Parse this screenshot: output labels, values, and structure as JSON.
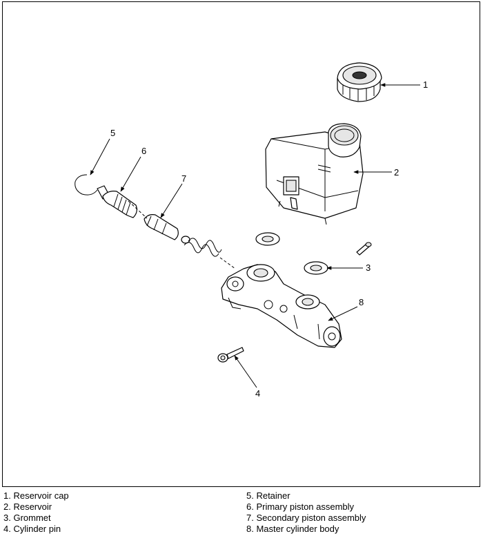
{
  "callouts": [
    {
      "number": "1"
    },
    {
      "number": "2"
    },
    {
      "number": "3"
    },
    {
      "number": "4"
    },
    {
      "number": "5"
    },
    {
      "number": "6"
    },
    {
      "number": "7"
    },
    {
      "number": "8"
    }
  ],
  "legend": {
    "left": [
      "1. Reservoir cap",
      "2. Reservoir",
      "3. Grommet",
      "4. Cylinder pin"
    ],
    "right": [
      "5. Retainer",
      "6. Primary piston assembly",
      "7. Secondary piston assembly",
      "8. Master cylinder body"
    ]
  }
}
